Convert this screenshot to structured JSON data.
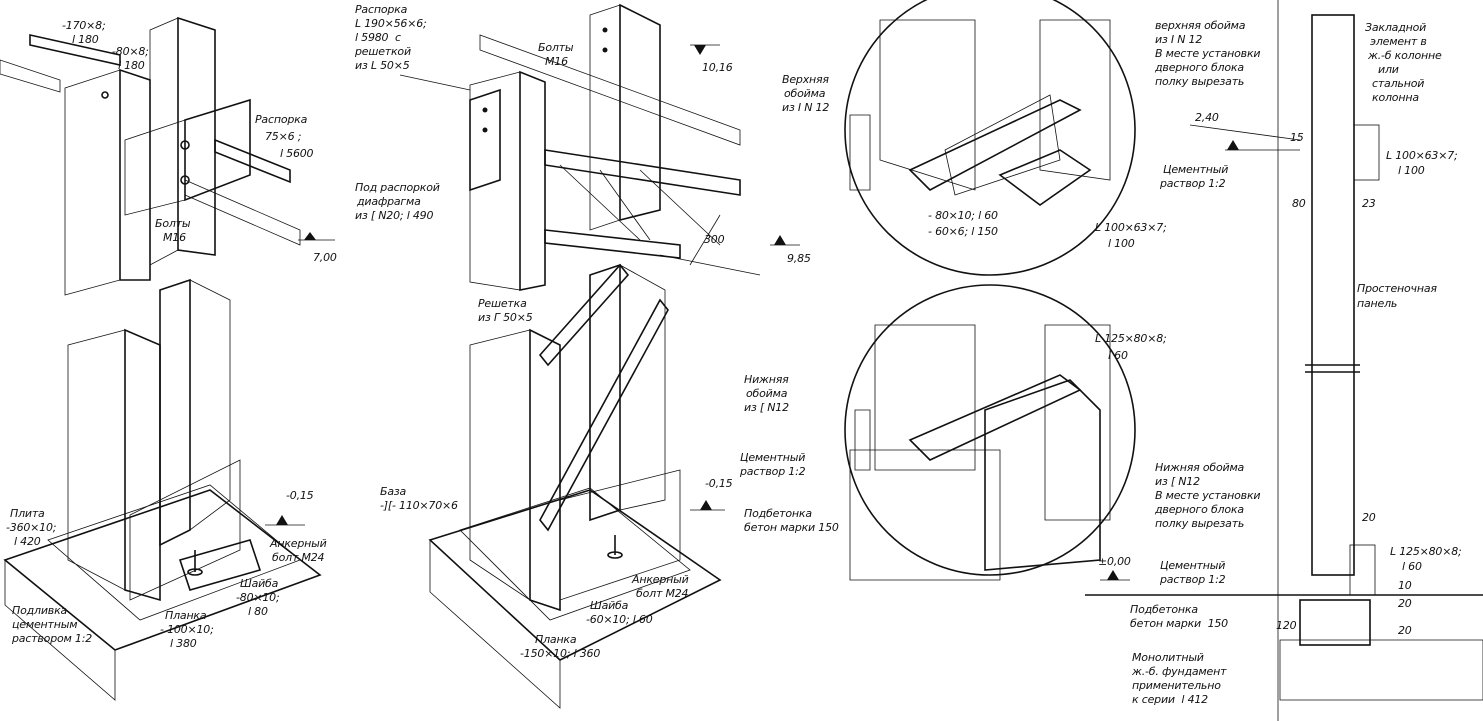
{
  "labels": {
    "tl_plate1_a": "-170×8;",
    "tl_plate1_b": "l 180",
    "tl_plate2_a": "-80×8;",
    "tl_plate2_b": "l 180",
    "raspor_a": "Распорка",
    "raspor_b": "75×6 ;",
    "raspor_c": "l 5600",
    "bolts1_a": "Болты",
    "bolts1_b": "М16",
    "dim_700": "7,00",
    "plita_a": "Плита",
    "plita_b": "-360×10;",
    "plita_c": "l 420",
    "podliv_a": "Подливка",
    "podliv_b": "цементным",
    "podliv_c": "раствором 1:2",
    "dim_m015_a": "-0,15",
    "anchor1_a": "Анкерный",
    "anchor1_b": "болт М24",
    "washer1_a": "Шайба",
    "washer1_b": "-80×10;",
    "washer1_c": "l 80",
    "planka1_a": "Планка",
    "planka1_b": "- 100×10;",
    "planka1_c": "l 380",
    "raspor2_a": "Распорка",
    "raspor2_b": "L 190×56×6;",
    "raspor2_c": "l 5980  с",
    "raspor2_d": "решеткой",
    "raspor2_e": "из L 50×5",
    "bolts2_a": "Болты",
    "bolts2_b": "М16",
    "dim_1016": "10,16",
    "diaphragm_a": "Под распоркой",
    "diaphragm_b": "диафрагма",
    "diaphragm_c": "из [ N20; l 490",
    "dim_300": "300",
    "dim_985": "9,85",
    "reshetka_a": "Решетка",
    "reshetka_b": "из Г 50×5",
    "baza_a": "База",
    "baza_b": "-][- 110×70×6",
    "dim_m015_b": "-0,15",
    "anchor2_a": "Анкерный",
    "anchor2_b": "болт М24",
    "washer2_a": "Шайба",
    "washer2_b": "-60×10; l 60",
    "planka2_a": "Планка",
    "planka2_b": "-150×10; l 360",
    "upper_clip_a": "Верхняя",
    "upper_clip_b": "обойма",
    "upper_clip_c": "из I N 12",
    "c1_plate1": "- 80×10; l 60",
    "c1_plate2": "- 60×6; l 150",
    "c1_angle_a": "L 100×63×7;",
    "c1_angle_b": "l 100",
    "c2_angle_a": "L 125×80×8;",
    "c2_angle_b": "l 60",
    "lower_clip_a": "Нижняя",
    "lower_clip_b": "обойма",
    "lower_clip_c": "из [ N12",
    "cement1_a": "Цементный",
    "cement1_b": "раствор 1:2",
    "podbet1_a": "Подбетонка",
    "podbet1_b": "бетон марки 150",
    "r_upper_a": "верхняя обойма",
    "r_upper_b": "из I N 12",
    "r_upper_c": "В месте установки",
    "r_upper_d": "дверного блока",
    "r_upper_e": "полку вырезать",
    "r_embed_a": "Закладной",
    "r_embed_b": "элемент в",
    "r_embed_c": "ж.-б колонне",
    "r_embed_d": "или",
    "r_embed_e": "стальной",
    "r_embed_f": "колонна",
    "dim_240": "2,40",
    "dim_15": "15",
    "r_cement_top_a": "Цементный",
    "r_cement_top_b": "раствор 1:2",
    "r_angle_top_a": "L 100×63×7;",
    "r_angle_top_b": "l 100",
    "dim_80": "80",
    "dim_23": "23",
    "r_panel_a": "Простеночная",
    "r_panel_b": "панель",
    "r_lower_a": "Нижняя обойма",
    "r_lower_b": "из [ N12",
    "r_lower_c": "В месте установки",
    "r_lower_d": "дверного блока",
    "r_lower_e": "полку вырезать",
    "dim_20": "20",
    "r_angle_bot_a": "L 125×80×8;",
    "r_angle_bot_b": "l 60",
    "dim_000": "±0,00",
    "r_cement_bot_a": "Цементный",
    "r_cement_bot_b": "раствор 1:2",
    "r_podbet_a": "Подбетонка",
    "r_podbet_b": "бетон марки  150",
    "dim_10": "10",
    "dim_20b": "20",
    "dim_120": "120",
    "dim_20c": "20",
    "r_found_a": "Монолитный",
    "r_found_b": "ж.-б. фундамент",
    "r_found_c": "применительно",
    "r_found_d": "к серии  l 412"
  }
}
